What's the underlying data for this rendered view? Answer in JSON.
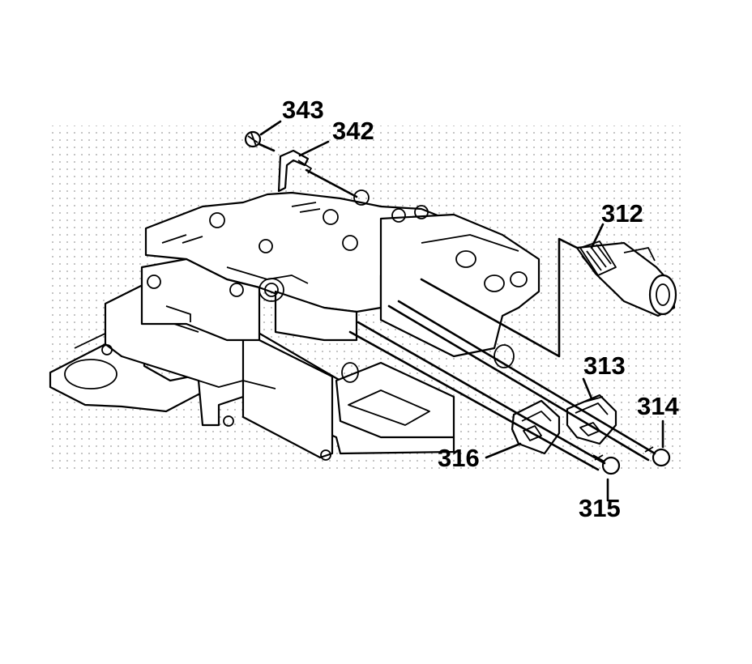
{
  "figure": {
    "callouts": [
      {
        "id": "343",
        "text": "343"
      },
      {
        "id": "342",
        "text": "342"
      },
      {
        "id": "312",
        "text": "312"
      },
      {
        "id": "313",
        "text": "313"
      },
      {
        "id": "314",
        "text": "314"
      },
      {
        "id": "316",
        "text": "316"
      },
      {
        "id": "315",
        "text": "315"
      }
    ]
  }
}
